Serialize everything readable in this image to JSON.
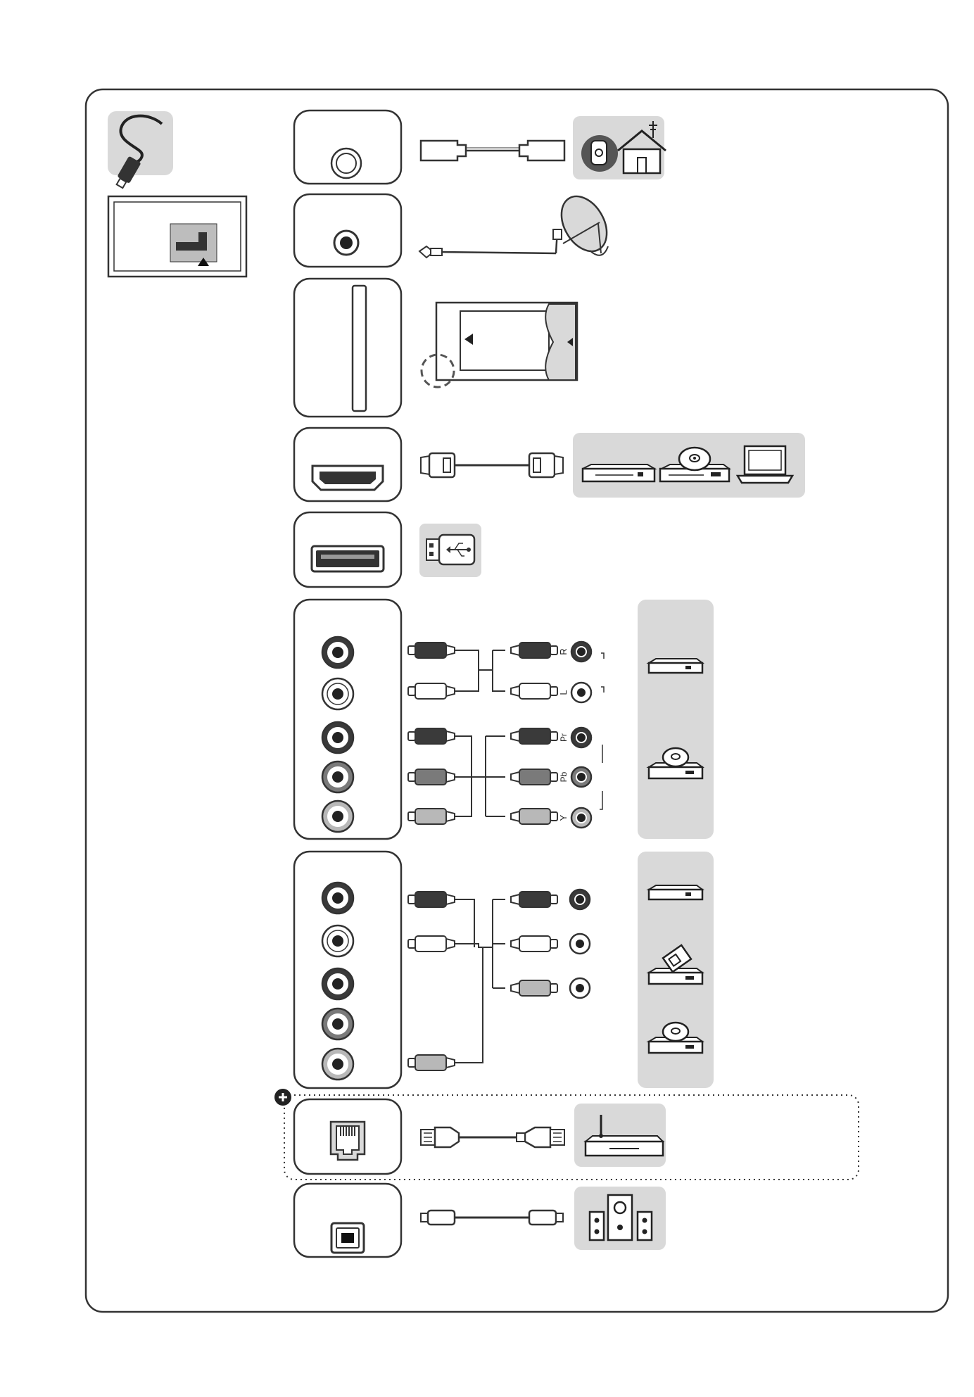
{
  "labels": {
    "audio_r": "R",
    "audio_l": "L",
    "video_pr": "Pr",
    "video_pb": "Pb",
    "video_y": "Y"
  },
  "colors": {
    "outline": "#333333",
    "panel": "#d9d9d9",
    "jack_dark": "#3a3a3a",
    "jack_mid": "#7a7a7a",
    "jack_light": "#ffffff",
    "jack_pale": "#b8b8b8"
  },
  "icons": {
    "cable": "cable-icon",
    "tv_back": "tv-back-panel-icon",
    "antenna_jack": "antenna-jack-icon",
    "coax_cable": "coax-cable-icon",
    "antenna_house": "antenna-house-icon",
    "satellite_jack": "satellite-jack-icon",
    "satellite_cable": "satellite-cable-icon",
    "satellite_dish": "satellite-dish-icon",
    "ci_slot": "ci-slot-icon",
    "ci_module": "ci-module-icon",
    "hdmi_port": "hdmi-port-icon",
    "hdmi_cable": "hdmi-cable-icon",
    "set_top_box": "set-top-box-icon",
    "dvd_player": "dvd-player-icon",
    "laptop": "laptop-icon",
    "usb_port": "usb-port-icon",
    "usb_stick": "usb-stick-icon",
    "component_jacks": "component-jacks-icon",
    "rca_plug": "rca-plug-icon",
    "av_jacks": "av-jacks-icon",
    "camcorder": "camcorder-icon",
    "lan_port": "lan-port-icon",
    "lan_cable": "lan-cable-icon",
    "router": "router-icon",
    "plus": "plus-icon",
    "optical_port": "optical-port-icon",
    "optical_cable": "optical-cable-icon",
    "speakers": "speakers-icon"
  }
}
